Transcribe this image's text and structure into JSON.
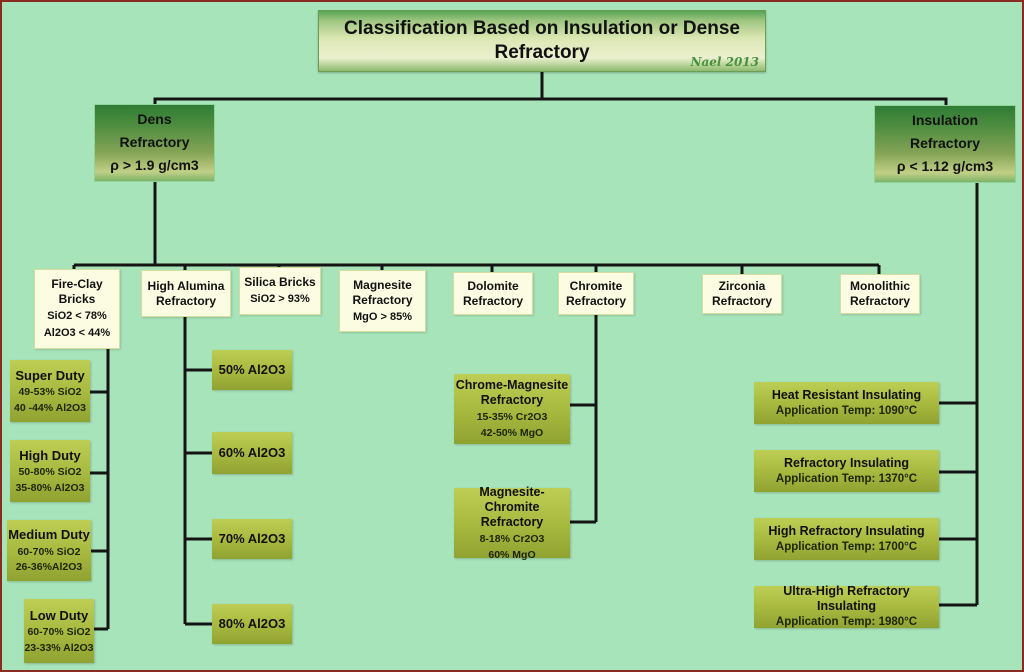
{
  "diagram": {
    "title": "Classification Based on Insulation or Dense Refractory",
    "signature": "Nael 2013",
    "background_color": "#a7e4ba",
    "frame_color": "#8b2a20",
    "line_color": "#141414"
  },
  "roots": {
    "dense": {
      "name1": "Dens",
      "name2": "Refractory",
      "density": "ρ > 1.9 g/cm3"
    },
    "insulation": {
      "name1": "Insulation",
      "name2": "Refractory",
      "density": "ρ < 1.12 g/cm3"
    }
  },
  "categories": [
    {
      "name": [
        "Fire-Clay",
        "Bricks"
      ],
      "details": [
        "SiO2 < 78%",
        "Al2O3 < 44%"
      ]
    },
    {
      "name": [
        "High Alumina",
        "Refractory"
      ],
      "details": []
    },
    {
      "name": [
        "Silica  Bricks"
      ],
      "details": [
        "SiO2 > 93%"
      ]
    },
    {
      "name": [
        "Magnesite",
        "Refractory"
      ],
      "details": [
        "MgO > 85%"
      ]
    },
    {
      "name": [
        "Dolomite",
        "Refractory"
      ],
      "details": []
    },
    {
      "name": [
        "Chromite",
        "Refractory"
      ],
      "details": []
    },
    {
      "name": [
        "Zirconia",
        "Refractory"
      ],
      "details": []
    },
    {
      "name": [
        "Monolithic",
        "Refractory"
      ],
      "details": []
    }
  ],
  "fireclay_grades": [
    {
      "name": "Super Duty",
      "details": [
        "49-53% SiO2",
        "40 -44% Al2O3"
      ]
    },
    {
      "name": "High Duty",
      "details": [
        "50-80% SiO2",
        "35-80% Al2O3"
      ]
    },
    {
      "name": "Medium  Duty",
      "details": [
        "60-70% SiO2",
        "26-36%Al2O3"
      ]
    },
    {
      "name": "Low Duty",
      "details": [
        "60-70% SiO2",
        "23-33% Al2O3"
      ]
    }
  ],
  "alumina_grades": [
    {
      "label": "50% Al2O3"
    },
    {
      "label": "60% Al2O3"
    },
    {
      "label": "70% Al2O3"
    },
    {
      "label": "80% Al2O3"
    }
  ],
  "chromite_children": [
    {
      "name": [
        "Chrome-Magnesite",
        "Refractory"
      ],
      "details": [
        "15-35% Cr2O3",
        "42-50% MgO"
      ]
    },
    {
      "name": [
        "Magnesite-Chromite",
        "Refractory"
      ],
      "details": [
        "8-18% Cr2O3",
        "60% MgO"
      ]
    }
  ],
  "insulation_children": [
    {
      "name": "Heat Resistant Insulating",
      "detail": "Application Temp: 1090°C"
    },
    {
      "name": "Refractory Insulating",
      "detail": "Application Temp: 1370°C"
    },
    {
      "name": "High Refractory Insulating",
      "detail": "Application Temp: 1700°C"
    },
    {
      "name": "Ultra-High Refractory Insulating",
      "detail": "Application Temp: 1980°C"
    }
  ]
}
